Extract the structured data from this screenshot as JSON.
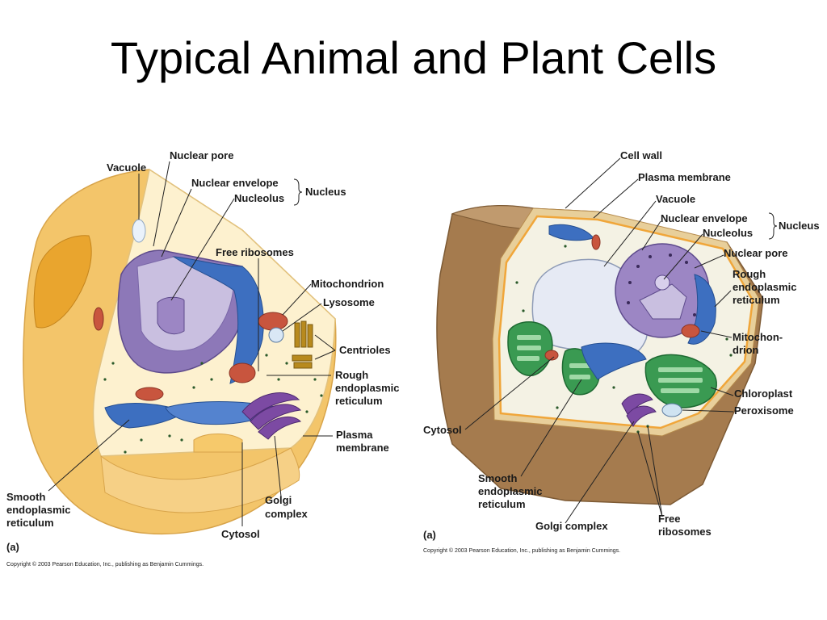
{
  "title": "Typical Animal and Plant Cells",
  "colors": {
    "animal_cytoplasm": "#fdf1cf",
    "animal_outer": "#f6c96b",
    "nucleus_purple": "#9c86c4",
    "er_blue": "#3d6fc0",
    "mito_red": "#c8553e",
    "golgi_purple": "#7c4aa3",
    "plant_wall": "#a57b4e",
    "chloroplast_green": "#3a9a52",
    "vacuole": "#e6eaf4"
  },
  "animal": {
    "labels": {
      "vacuole": "Vacuole",
      "nuclear_pore": "Nuclear pore",
      "nuclear_envelope": "Nuclear envelope",
      "nucleolus": "Nucleolus",
      "nucleus": "Nucleus",
      "free_ribosomes": "Free ribosomes",
      "mitochondrion": "Mitochondrion",
      "lysosome": "Lysosome",
      "centrioles": "Centrioles",
      "rough_er_1": "Rough",
      "rough_er_2": "endoplasmic",
      "rough_er_3": "reticulum",
      "plasma_1": "Plasma",
      "plasma_2": "membrane",
      "smooth_er_1": "Smooth",
      "smooth_er_2": "endoplasmic",
      "smooth_er_3": "reticulum",
      "golgi_1": "Golgi",
      "golgi_2": "complex",
      "cytosol": "Cytosol",
      "panel": "(a)"
    },
    "copyright": "Copyright © 2003 Pearson Education, Inc., publishing as Benjamin Cummings."
  },
  "plant": {
    "labels": {
      "cell_wall": "Cell wall",
      "plasma_membrane": "Plasma membrane",
      "vacuole": "Vacuole",
      "nuclear_envelope": "Nuclear envelope",
      "nucleolus": "Nucleolus",
      "nucleus": "Nucleus",
      "nuclear_pore": "Nuclear pore",
      "rough_er_1": "Rough",
      "rough_er_2": "endoplasmic",
      "rough_er_3": "reticulum",
      "mito_1": "Mitochon-",
      "mito_2": "drion",
      "chloroplast": "Chloroplast",
      "peroxisome": "Peroxisome",
      "cytosol": "Cytosol",
      "smooth_er_1": "Smooth",
      "smooth_er_2": "endoplasmic",
      "smooth_er_3": "reticulum",
      "golgi": "Golgi complex",
      "free_rib_1": "Free",
      "free_rib_2": "ribosomes",
      "panel": "(a)"
    },
    "copyright": "Copyright © 2003 Pearson Education, Inc., publishing as Benjamin Cummings."
  }
}
